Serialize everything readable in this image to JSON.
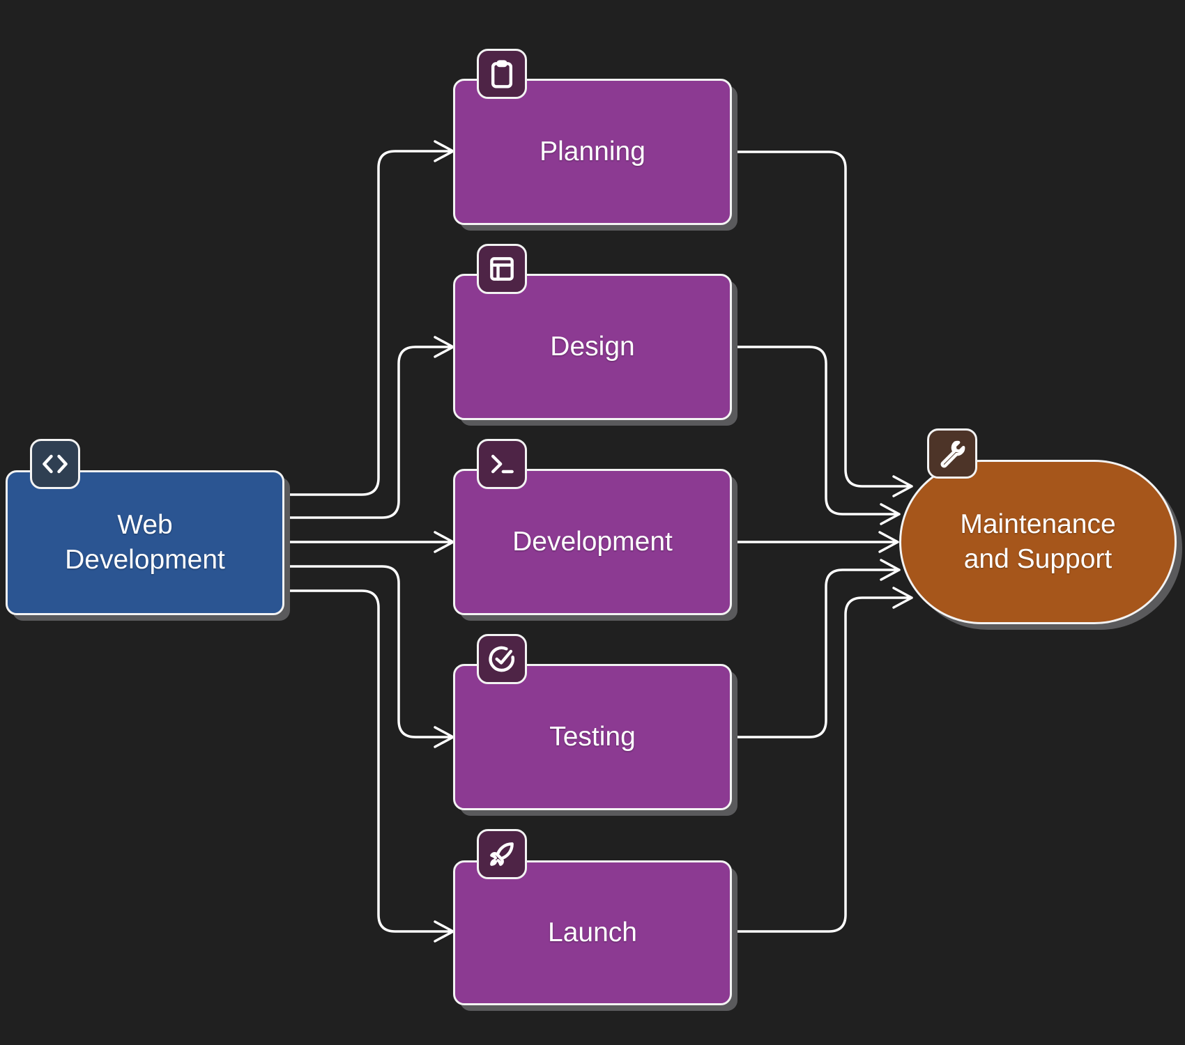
{
  "diagram": {
    "title": "Web Development Process",
    "colors": {
      "background": "#202020",
      "source": "#2b5592",
      "source_badge": "#2f3f52",
      "phase": "#8c3a92",
      "phase_badge": "#4e2446",
      "target": "#a6561b",
      "target_badge": "#4d3428",
      "edge": "#ffffff"
    },
    "nodes": [
      {
        "id": "web-development",
        "label": "Web Development",
        "lines": [
          "Web",
          "Development"
        ],
        "icon": "code-icon",
        "role": "source"
      },
      {
        "id": "planning",
        "label": "Planning",
        "lines": [
          "Planning"
        ],
        "icon": "clipboard-icon",
        "role": "phase"
      },
      {
        "id": "design",
        "label": "Design",
        "lines": [
          "Design"
        ],
        "icon": "layout-icon",
        "role": "phase"
      },
      {
        "id": "development",
        "label": "Development",
        "lines": [
          "Development"
        ],
        "icon": "terminal-icon",
        "role": "phase"
      },
      {
        "id": "testing",
        "label": "Testing",
        "lines": [
          "Testing"
        ],
        "icon": "check-circle-icon",
        "role": "phase"
      },
      {
        "id": "launch",
        "label": "Launch",
        "lines": [
          "Launch"
        ],
        "icon": "rocket-icon",
        "role": "phase"
      },
      {
        "id": "maintenance",
        "label": "Maintenance and Support",
        "lines": [
          "Maintenance",
          "and Support"
        ],
        "icon": "wrench-icon",
        "role": "target"
      }
    ],
    "edges": [
      {
        "from": "web-development",
        "to": "planning"
      },
      {
        "from": "web-development",
        "to": "design"
      },
      {
        "from": "web-development",
        "to": "development"
      },
      {
        "from": "web-development",
        "to": "testing"
      },
      {
        "from": "web-development",
        "to": "launch"
      },
      {
        "from": "planning",
        "to": "maintenance"
      },
      {
        "from": "design",
        "to": "maintenance"
      },
      {
        "from": "development",
        "to": "maintenance"
      },
      {
        "from": "testing",
        "to": "maintenance"
      },
      {
        "from": "launch",
        "to": "maintenance"
      }
    ]
  }
}
